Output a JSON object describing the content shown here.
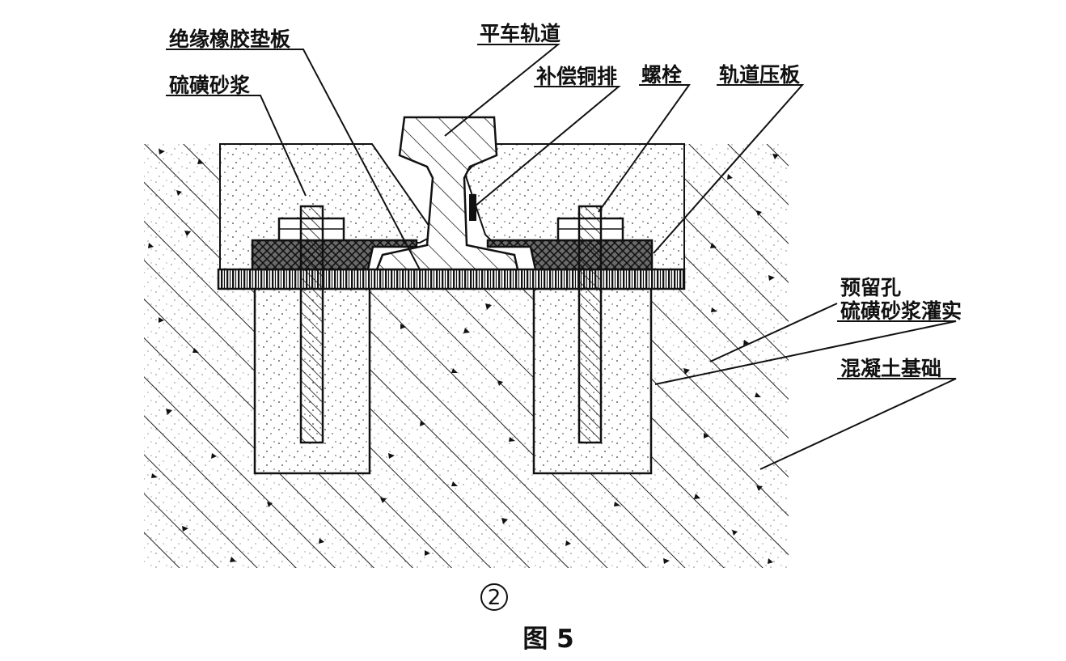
{
  "labels": {
    "insulating_rubber_pad": "绝缘橡胶垫板",
    "sulfur_mortar": "硫磺砂浆",
    "crane_rail": "平车轨道",
    "compensating_copper_bar": "补偿铜排",
    "bolt": "螺栓",
    "rail_clamp_plate": "轨道压板",
    "reserved_hole": "预留孔",
    "reserved_hole_fill": "硫磺砂浆灌实",
    "concrete_foundation": "混凝土基础"
  },
  "detail_number": "2",
  "caption": "图 5",
  "colors": {
    "line": "#111111",
    "background": "#ffffff"
  }
}
